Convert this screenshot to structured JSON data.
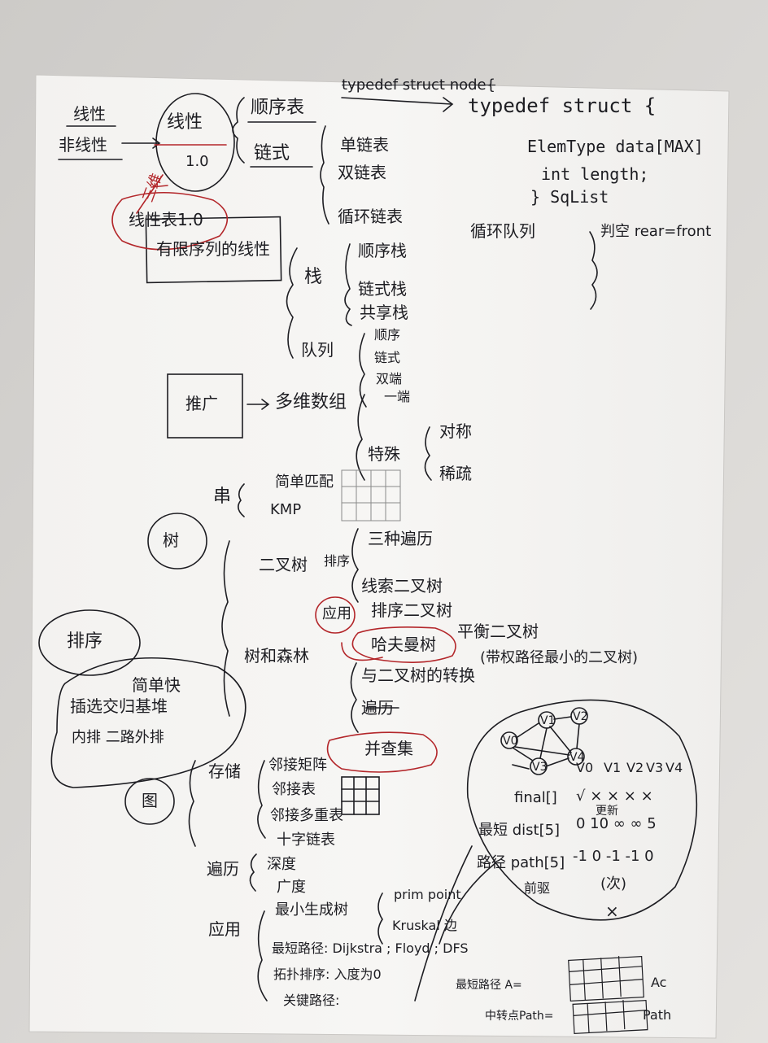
{
  "notes": {
    "top_left": {
      "nonlinear_top": "线性",
      "nonlinear_bottom": "非线性",
      "linear_box": "线性",
      "ver_1": "1.0",
      "red_note": "三维",
      "lt_box_top": "线性表1.0",
      "lt_box_bottom": "有限序列的线性",
      "seq_list": "顺序表",
      "linked": "链式",
      "single": "单链表",
      "double": "双链表",
      "circular": "循环链表",
      "strike_typedef": "typedef struct node{",
      "code_1": "typedef struct {",
      "code_2": "ElemType data[MAX]",
      "code_3": "int length;",
      "code_4": "} SqList"
    },
    "queue_note": {
      "circ_queue": "循环队列",
      "judge": "判空  rear=front"
    },
    "stack_queue": {
      "stack": "栈",
      "seq_stack": "顺序栈",
      "link_stack": "链式栈",
      "shared_stack": "共享栈",
      "queue": "队列",
      "q_seq": "顺序",
      "q_link": "链式",
      "q_double": "双端",
      "q_one": "一端"
    },
    "array": {
      "promote": "推广",
      "multi_dim": "多维数组",
      "special": "特殊",
      "symmetric": "对称",
      "sparse": "稀疏",
      "string": "串",
      "simple_match": "简单匹配",
      "kmp": "KMP"
    },
    "tree": {
      "tree": "树",
      "binary_tree": "二叉树",
      "sort": "排序",
      "three_traverse": "三种遍历",
      "threaded": "线索二叉树",
      "apply": "应用",
      "bst": "排序二叉树",
      "balanced": "平衡二叉树",
      "huffman": "哈夫曼树",
      "huffman_note": "(带权路径最小的二叉树)",
      "forest": "树和森林",
      "forest_convert": "与二叉树的转换",
      "forest_traverse": "遍历",
      "union_find": "并查集"
    },
    "sorting": {
      "title": "排序",
      "line1": "简单快",
      "line2": "插选交归基堆",
      "line3": "内排 二路外排"
    },
    "graph": {
      "graph": "图",
      "store": "存储",
      "adj_matrix": "邻接矩阵",
      "adj_list": "邻接表",
      "orth_list": "邻接多重表",
      "cross_list": "十字链表",
      "traverse": "遍历",
      "dfs": "深度",
      "bfs": "广度",
      "apply": "应用",
      "mst": "最小生成树",
      "prim": "prim point",
      "kruskal": "Kruskal 边",
      "shortest": "最短路径: Dijkstra ; Floyd ; DFS",
      "topo": "拓扑排序: 入度为0",
      "critical": "关键路径:",
      "sp_label": "最短路径 A=",
      "path_label": "中转点Path=",
      "ac": "Ac",
      "path_word": "Path"
    },
    "dijkstra": {
      "header": [
        "V0",
        "V1",
        "V2",
        "V3",
        "V4"
      ],
      "final_label": "final[]",
      "final_vals": "√  ×  ×  ×  ×",
      "dist_label": "最短 dist[5]",
      "dist_vals": "0  10  ∞  ∞  5",
      "path_label": "路径 path[5]",
      "path_vals": "-1  0  -1  -1  0",
      "prev": "前驱",
      "rank": "(次)",
      "x": "×",
      "short_note": "更新",
      "nodes": [
        "V0",
        "V1",
        "V2",
        "V3",
        "V4"
      ]
    }
  }
}
